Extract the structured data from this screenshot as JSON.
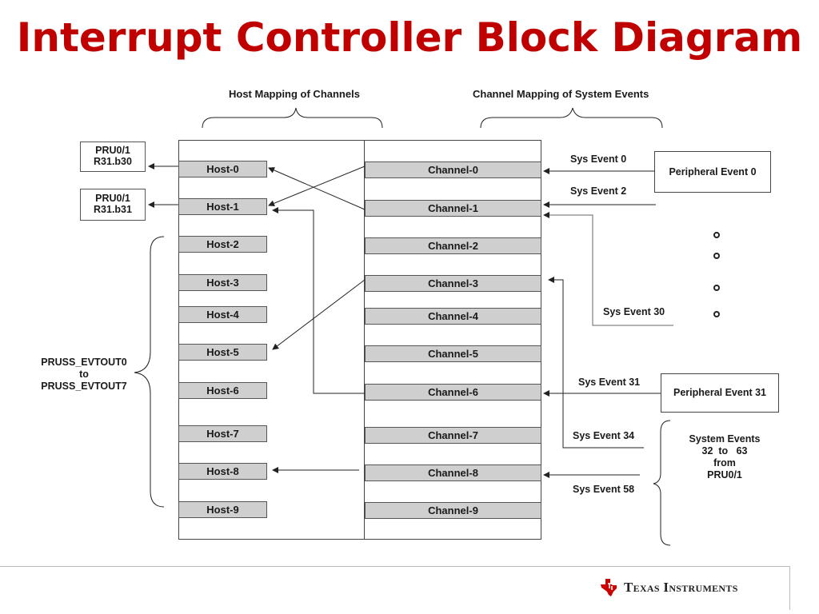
{
  "title": "Interrupt Controller Block Diagram",
  "headers": {
    "host_mapping": "Host Mapping of Channels",
    "channel_mapping": "Channel Mapping of System Events"
  },
  "hosts": [
    "Host-0",
    "Host-1",
    "Host-2",
    "Host-3",
    "Host-4",
    "Host-5",
    "Host-6",
    "Host-7",
    "Host-8",
    "Host-9"
  ],
  "channels": [
    "Channel-0",
    "Channel-1",
    "Channel-2",
    "Channel-3",
    "Channel-4",
    "Channel-5",
    "Channel-6",
    "Channel-7",
    "Channel-8",
    "Channel-9"
  ],
  "pru_outputs": [
    {
      "line1": "PRU0/1",
      "line2": "R31.b30"
    },
    {
      "line1": "PRU0/1",
      "line2": "R31.b31"
    }
  ],
  "evtout": {
    "line1": "PRUSS_EVTOUT0",
    "line2": "to",
    "line3": "PRUSS_EVTOUT7"
  },
  "sys_events": {
    "e0": "Sys Event 0",
    "e2": "Sys Event 2",
    "e30": "Sys Event 30",
    "e31": "Sys Event 31",
    "e34": "Sys Event 34",
    "e58": "Sys Event 58"
  },
  "peripherals": {
    "p0": "Peripheral Event 0",
    "p31": "Peripheral Event 31"
  },
  "system_events_group": {
    "line1": "System Events",
    "line2": "32  to   63",
    "line3": "from",
    "line4": "PRU0/1"
  },
  "footer": {
    "brand": "Texas Instruments"
  },
  "colors": {
    "title": "#c00000",
    "box_fill": "#cfcfcf",
    "ti_red": "#cc0000"
  }
}
